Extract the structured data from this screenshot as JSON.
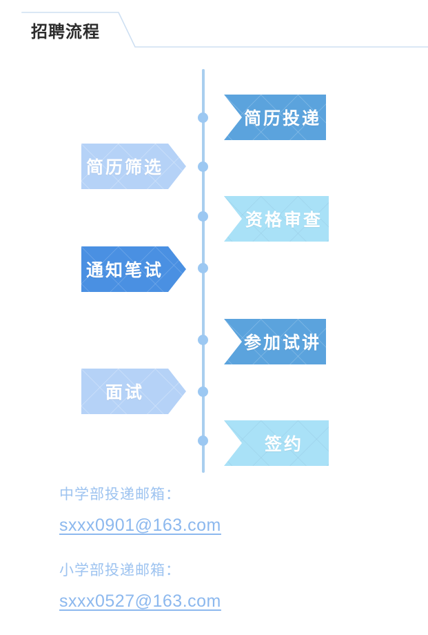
{
  "header": {
    "title": "招聘流程",
    "deco_color": "#cddff2"
  },
  "timeline": {
    "line_color": "#a9ceef",
    "dot_color": "#9cc8f2",
    "dot_count": 6
  },
  "flow": {
    "steps": [
      {
        "index": 1,
        "label": "简历投递",
        "side": "right",
        "fill": "#5ba3dd",
        "text_color": "#ffffff"
      },
      {
        "index": 2,
        "label": "简历筛选",
        "side": "left",
        "fill": "#b5d2f7",
        "text_color": "#ffffff"
      },
      {
        "index": 3,
        "label": "资格审查",
        "side": "right",
        "fill": "#a9e1f7",
        "text_color": "#ffffff"
      },
      {
        "index": 4,
        "label": "通知笔试",
        "side": "left",
        "fill": "#4a90e2",
        "text_color": "#ffffff"
      },
      {
        "index": 5,
        "label": "参加试讲",
        "side": "right",
        "fill": "#5ba3dd",
        "text_color": "#ffffff"
      },
      {
        "index": 6,
        "label": "面试",
        "side": "left",
        "fill": "#b5d2f7",
        "text_color": "#ffffff"
      },
      {
        "index": 7,
        "label": "签约",
        "side": "right",
        "fill": "#a9e1f7",
        "text_color": "#ffffff"
      }
    ]
  },
  "contacts": [
    {
      "label": "中学部投递邮箱：",
      "email": "sxxx0901@163.com"
    },
    {
      "label": "小学部投递邮箱：",
      "email": "sxxx0527@163.com"
    }
  ],
  "colors": {
    "accent": "#5ba3dd",
    "link": "#8cb8ee",
    "label": "#9dc3f0",
    "title": "#2b2b2b",
    "background": "#ffffff"
  }
}
